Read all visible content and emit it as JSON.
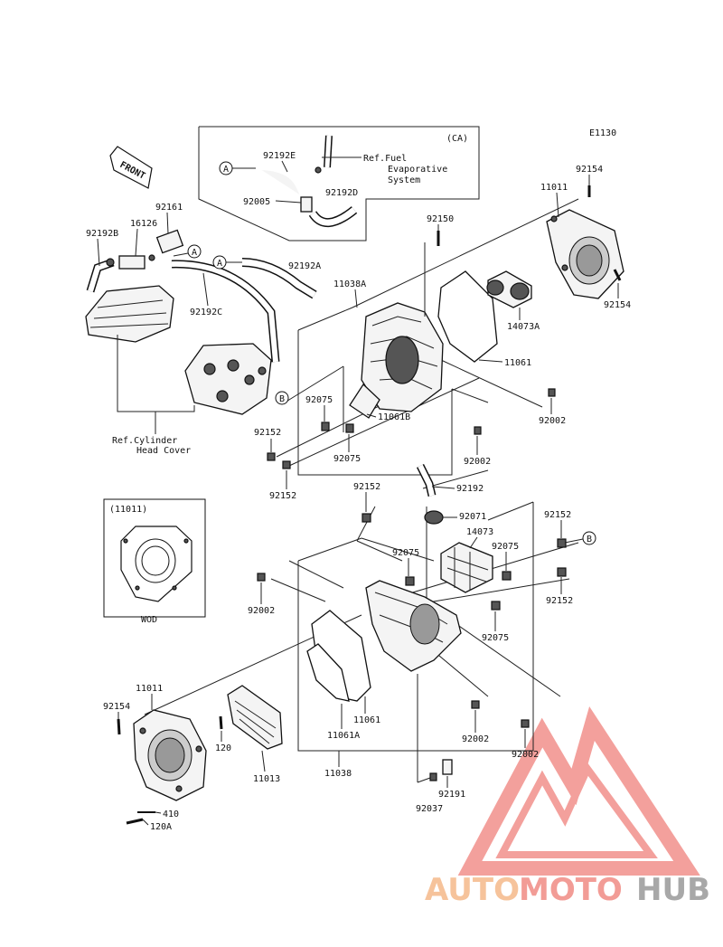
{
  "diagram_code": "E1130",
  "front_label": "FRONT",
  "ca_box": {
    "title": "(CA)",
    "ref_text": [
      "Ref.Fuel",
      "Evaporative",
      "System"
    ]
  },
  "wod_box": {
    "title": "(11011)",
    "caption": "WOD"
  },
  "ref_cylinder": [
    "Ref.Cylinder",
    "Head Cover"
  ],
  "callouts": {
    "A": "A",
    "B": "B"
  },
  "labels": {
    "p92192E": "92192E",
    "p92005": "92005",
    "p92192D": "92192D",
    "p92161": "92161",
    "p16126": "16126",
    "p92192B": "92192B",
    "p92192C": "92192C",
    "p92192A": "92192A",
    "p11038A": "11038A",
    "p92150": "92150",
    "p11011_top": "11011",
    "p92154_top": "92154",
    "p92154_mid": "92154",
    "p14073A": "14073A",
    "p11061_top": "11061",
    "p92002_a": "92002",
    "p92002_b": "92002",
    "p92075_a": "92075",
    "p11061B": "11061B",
    "p92075_b": "92075",
    "p92152_a": "92152",
    "p92152_b": "92152",
    "p92192": "92192",
    "p92152_c": "92152",
    "p92071": "92071",
    "p14073": "14073",
    "p92152_d": "92152",
    "p92075_c": "92075",
    "p92075_d": "92075",
    "p92002_c": "92002",
    "p92152_e": "92152",
    "p92075_e": "92075",
    "p11011_bot": "11011",
    "p92154_bot": "92154",
    "p120": "120",
    "p11013": "11013",
    "p11061_bot": "11061",
    "p11061A": "11061A",
    "p11038": "11038",
    "p92002_d": "92002",
    "p92002_e": "92002",
    "p92037": "92037",
    "p92191": "92191",
    "p410": "410",
    "p120A": "120A"
  },
  "watermark": {
    "auto": "AUTO",
    "moto": "MOTO",
    "hub": "HUB",
    "color_auto": "#f5b98a",
    "color_moto": "#f08b84",
    "color_hub": "#9a9a9a",
    "triangle_color": "#f1908b"
  }
}
